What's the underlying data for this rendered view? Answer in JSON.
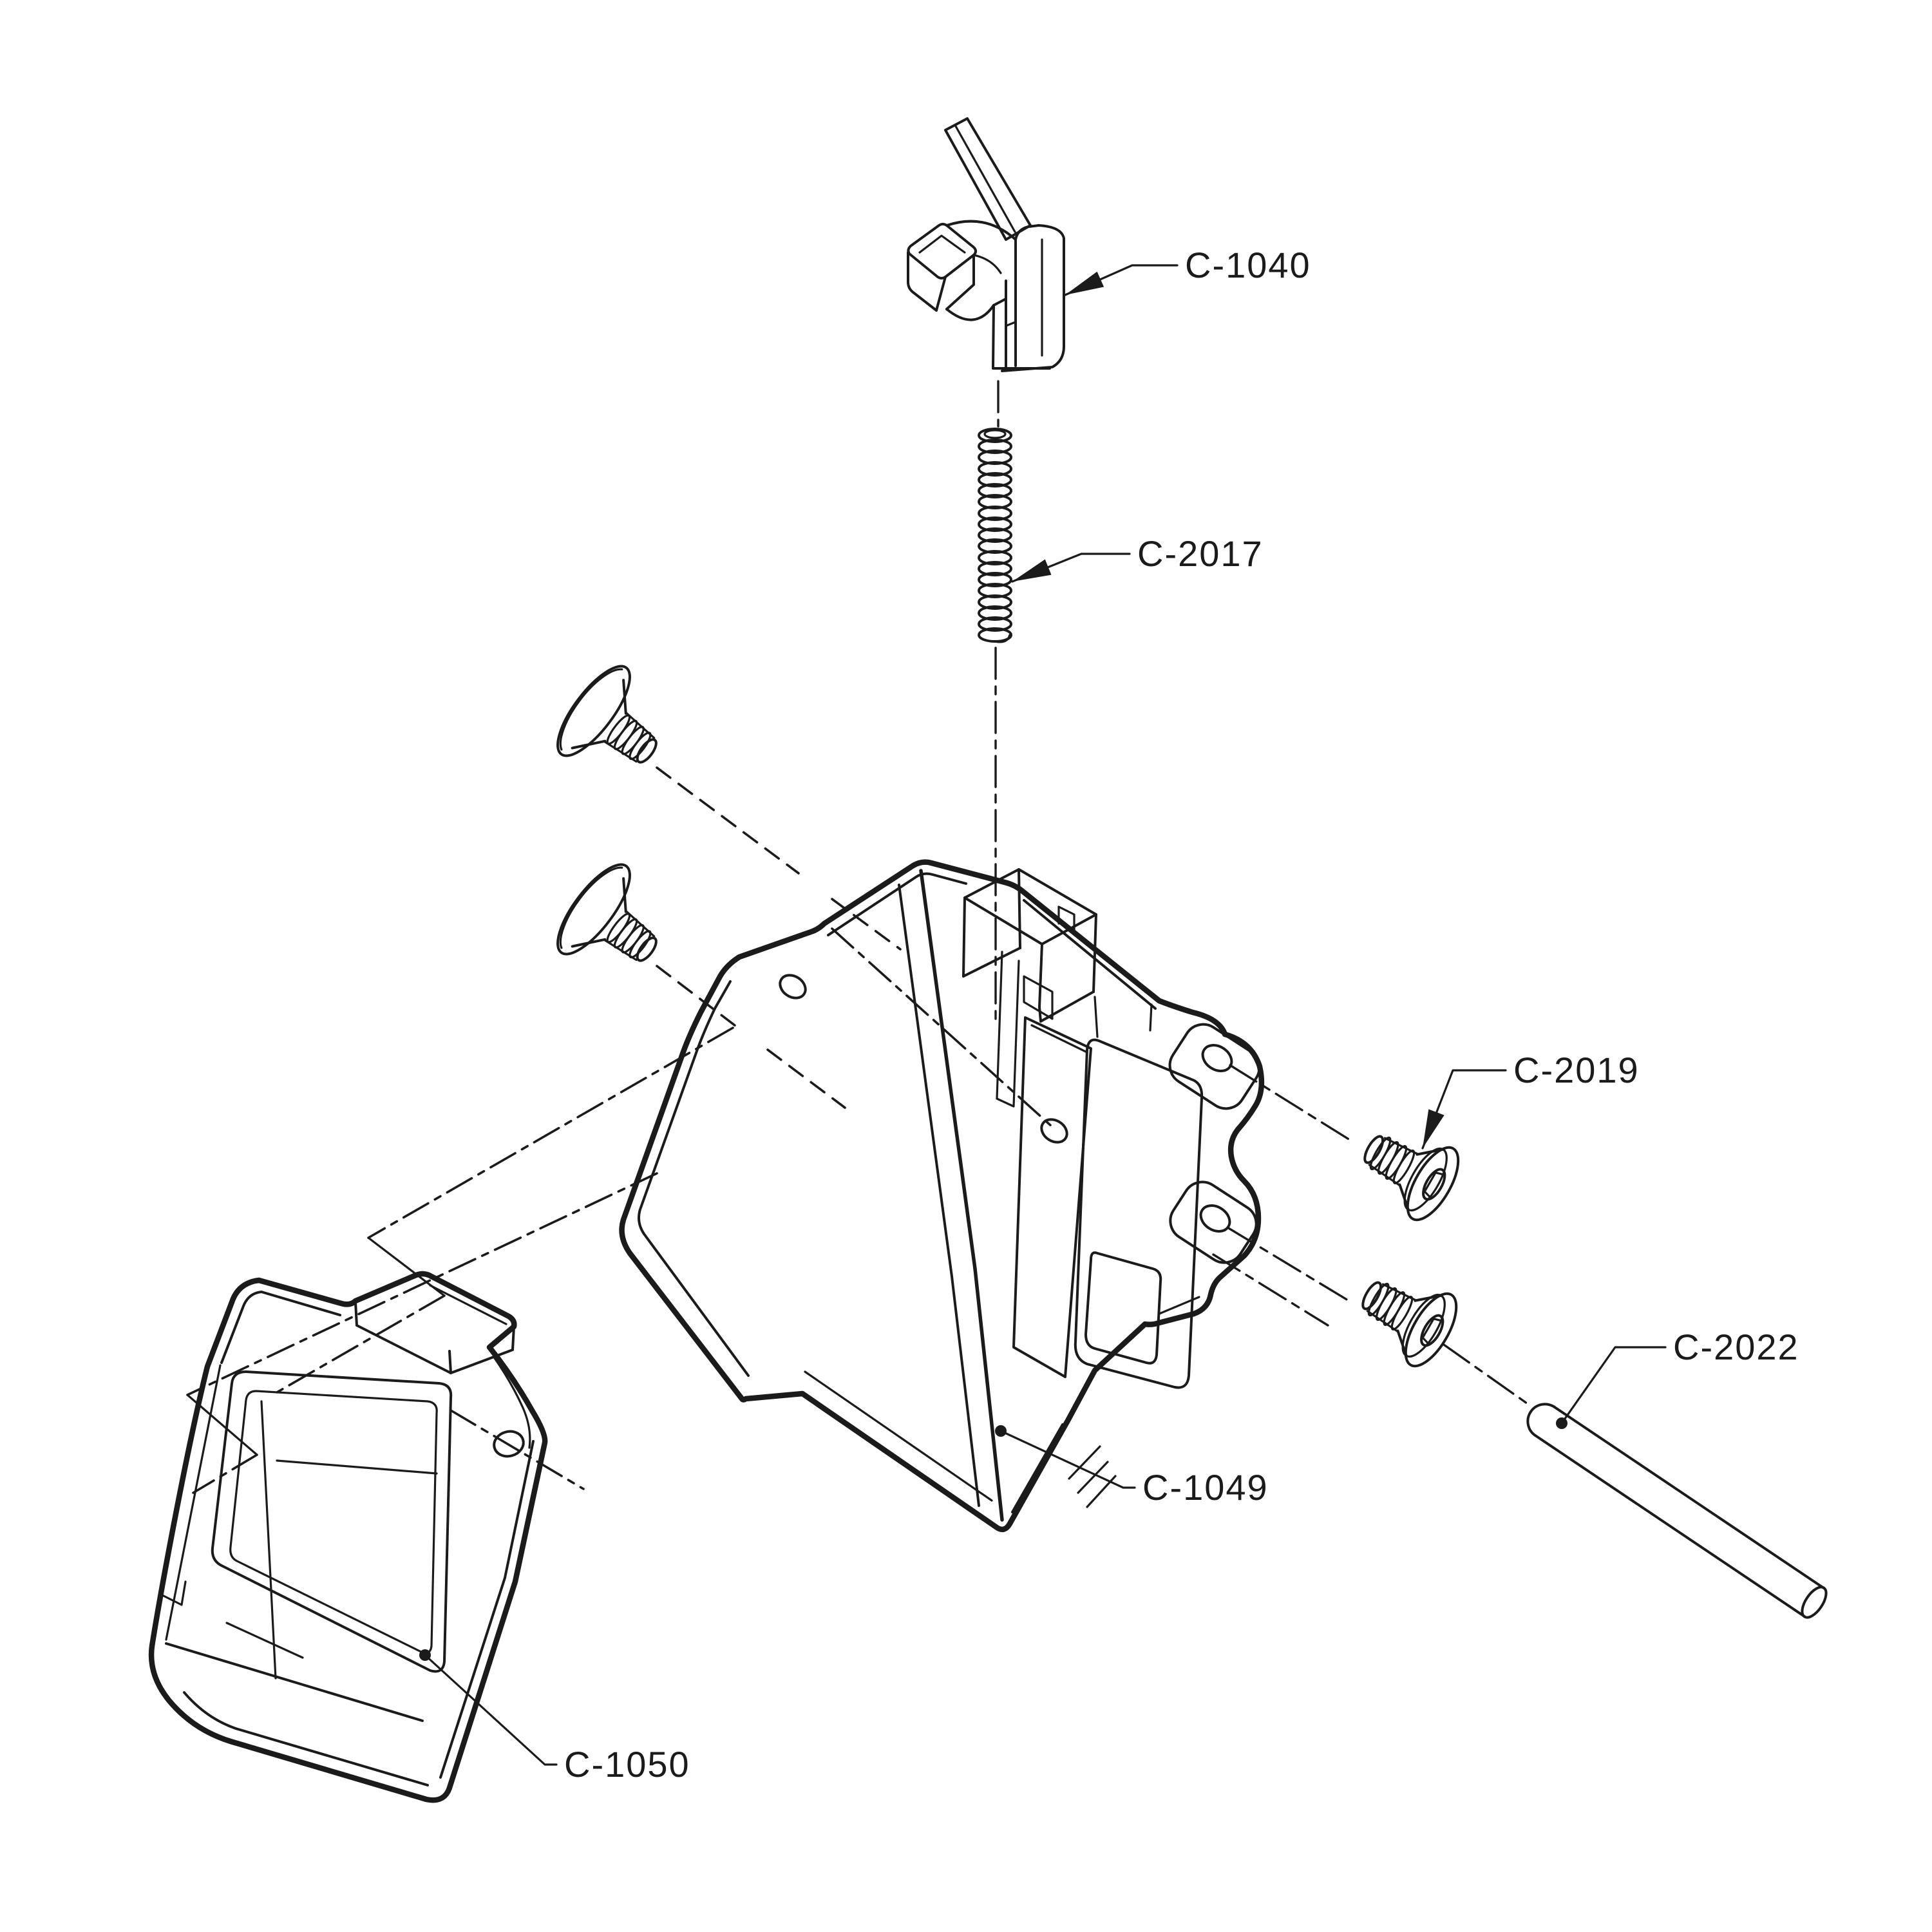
{
  "diagram": {
    "background_color": "#ffffff",
    "line_color": "#1b1b1b",
    "type": "exploded-assembly-technical-drawing",
    "labels": [
      {
        "id": "c1040",
        "text": "C-1040"
      },
      {
        "id": "c2017",
        "text": "C-2017"
      },
      {
        "id": "c2019",
        "text": "C-2019"
      },
      {
        "id": "c2022",
        "text": "C-2022"
      },
      {
        "id": "c1049",
        "text": "C-1049"
      },
      {
        "id": "c1050",
        "text": "C-1050"
      }
    ]
  }
}
